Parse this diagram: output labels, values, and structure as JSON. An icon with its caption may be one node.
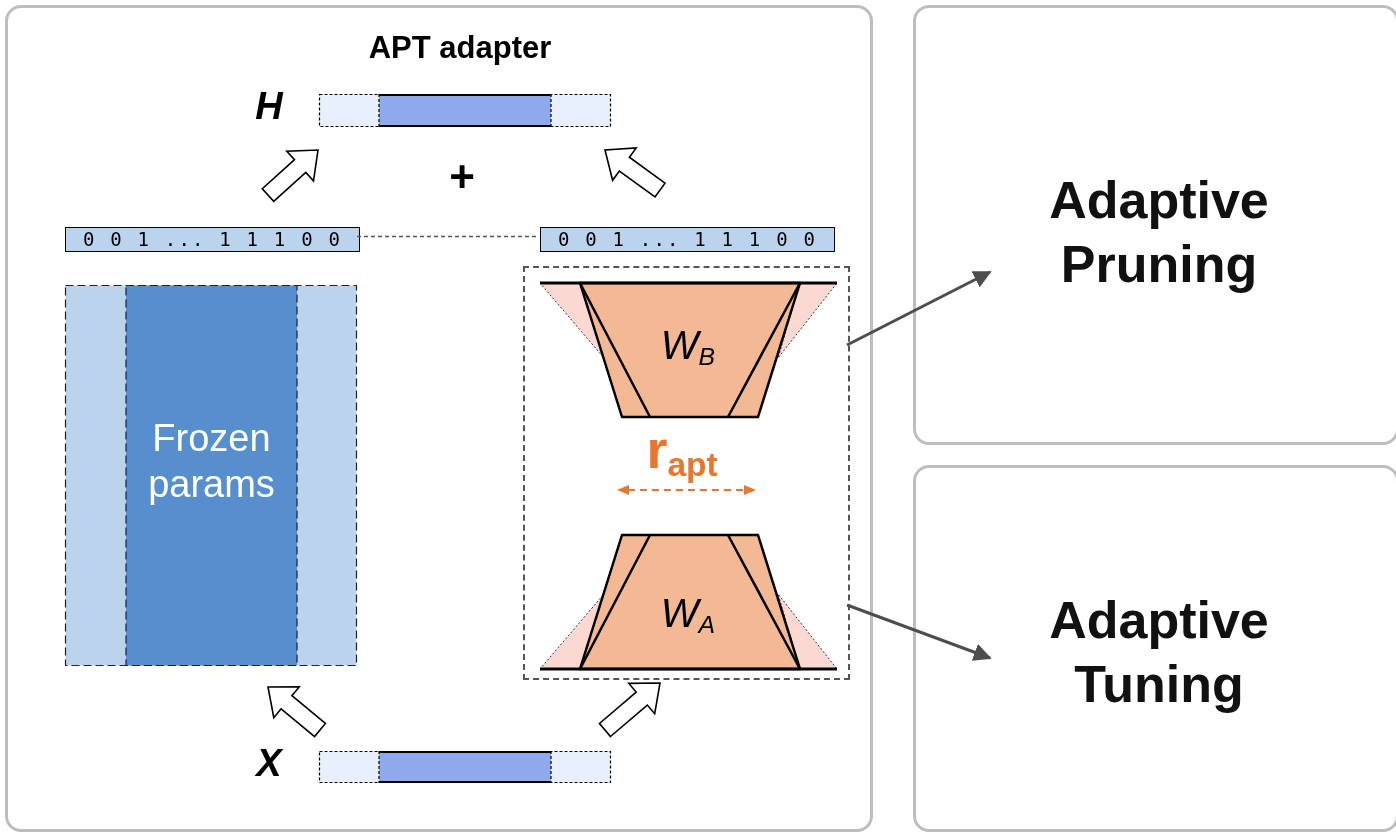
{
  "diagram": {
    "nodes": [
      {
        "text": [
          "APT adapter"
        ]
      },
      {
        "text": [],
        "shape": "bar",
        "beside": [
          "H"
        ],
        "in": 0
      },
      {
        "text": [
          "0 0 1 ... 1 1 1 0 0"
        ],
        "in": 0
      },
      {
        "text": [
          "0 0 1 ... 1 1 1 0 0"
        ],
        "in": 0
      },
      {
        "text": [
          "Frozen params"
        ],
        "in": 0
      },
      {
        "text": [],
        "shape": "box",
        "in": 0
      },
      {
        "text": [
          "W$_{B}$"
        ],
        "in": 5
      },
      {
        "text": [
          "W$_{A}$"
        ],
        "in": 5
      },
      {
        "text": [],
        "shape": "bar",
        "beside": [
          "X"
        ],
        "in": 0
      },
      {
        "text": [
          "Adaptive Pruning"
        ]
      },
      {
        "text": [
          "Adaptive Tuning"
        ]
      }
    ],
    "edges": [
      {
        "from": 2,
        "to": 1,
        "arrow": "to",
        "style": "thick"
      },
      {
        "from": 3,
        "to": 1,
        "arrow": "to",
        "style": "thick"
      },
      {
        "from": 8,
        "to": 4,
        "arrow": "to",
        "style": "thick"
      },
      {
        "from": 8,
        "to": 5,
        "arrow": "to",
        "style": "thick"
      },
      {
        "from": 2,
        "to": 3,
        "arrow": "none",
        "style": "dashed",
        "color": "#555555"
      },
      {
        "from": 5,
        "to": 9,
        "arrow": "to",
        "color": "#4d4d4d"
      },
      {
        "from": 5,
        "to": 10,
        "arrow": "to",
        "color": "#4d4d4d"
      }
    ],
    "labels": [
      "+",
      "r$_{apt}$"
    ]
  }
}
